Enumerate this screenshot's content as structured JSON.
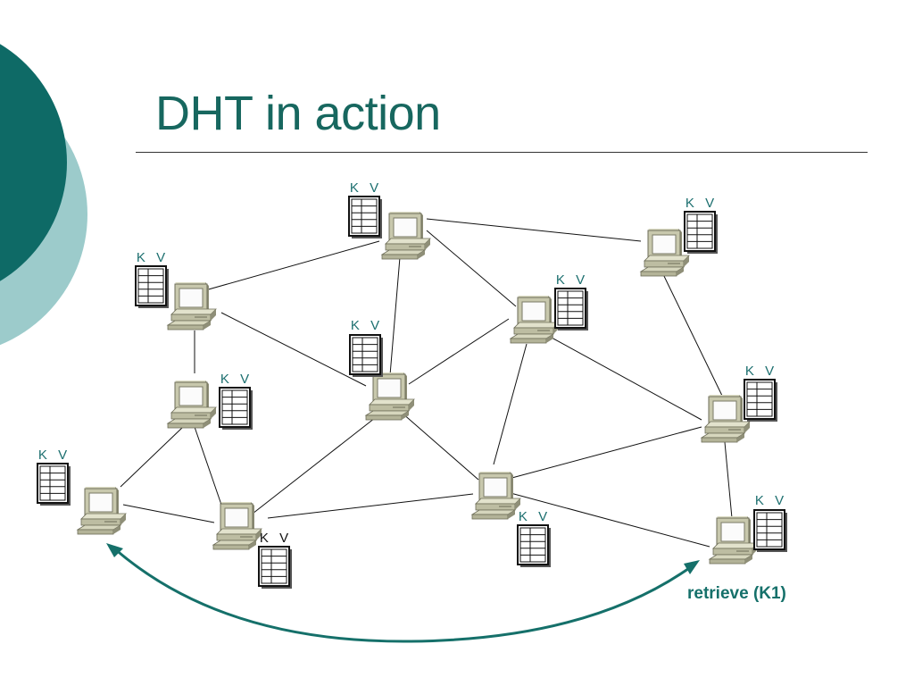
{
  "slide": {
    "title": "DHT in action",
    "caption": "retrieve (K1)"
  },
  "kv_tables": [
    {
      "id": "t1",
      "label": "K V",
      "color": "teal"
    },
    {
      "id": "t2",
      "label": "K V",
      "color": "teal"
    },
    {
      "id": "t3",
      "label": "K V",
      "color": "teal"
    },
    {
      "id": "t4",
      "label": "K V",
      "color": "teal"
    },
    {
      "id": "t5",
      "label": "K V",
      "color": "teal"
    },
    {
      "id": "t6",
      "label": "K V",
      "color": "teal"
    },
    {
      "id": "t7",
      "label": "K V",
      "color": "teal"
    },
    {
      "id": "t8",
      "label": "K V",
      "color": "black"
    },
    {
      "id": "t9",
      "label": "K V",
      "color": "teal"
    },
    {
      "id": "t10",
      "label": "K V",
      "color": "teal"
    },
    {
      "id": "t11",
      "label": "K V",
      "color": "teal"
    }
  ],
  "colors": {
    "accent": "#17675f",
    "circle_dark": "#0e6a66",
    "circle_light": "#9ccbcb",
    "arrow": "#15706a"
  }
}
